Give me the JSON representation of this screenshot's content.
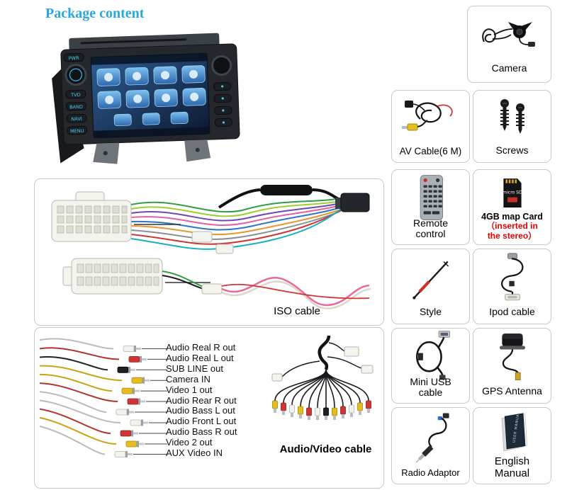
{
  "page": {
    "title": "Package content"
  },
  "colors": {
    "title": "#29a8df",
    "note_red": "#e60000"
  },
  "stereo": {
    "buttons": [
      "PWR",
      "TVD",
      "BAND",
      "NAVI",
      "MENU"
    ]
  },
  "iso_box": {
    "label": "ISO cable"
  },
  "av_box": {
    "label": "Audio/Video cable",
    "labels": [
      "Audio Real R out",
      "Audio Real L out",
      "SUB LINE out",
      "Camera IN",
      "Video 1 out",
      "Audio Rear R out",
      "Audio Bass L out",
      "Audio Front L out",
      "Audio Bass R out",
      "Video 2 out",
      "AUX Video IN"
    ]
  },
  "accessories": {
    "camera": "Camera",
    "av_cable": "AV Cable(6 M)",
    "screws": "Screws",
    "remote": "Remote control",
    "map_card": "4GB map Card",
    "map_card_note": "（inserted in the stereo）",
    "map_card_chip": "micro SD",
    "style": "Style",
    "ipod": "Ipod cable",
    "mini_usb": "Mini USB cable",
    "gps": "GPS Antenna",
    "radio": "Radio Adaptor",
    "manual": "English Manual",
    "manual_book": "USER MANUAL"
  }
}
